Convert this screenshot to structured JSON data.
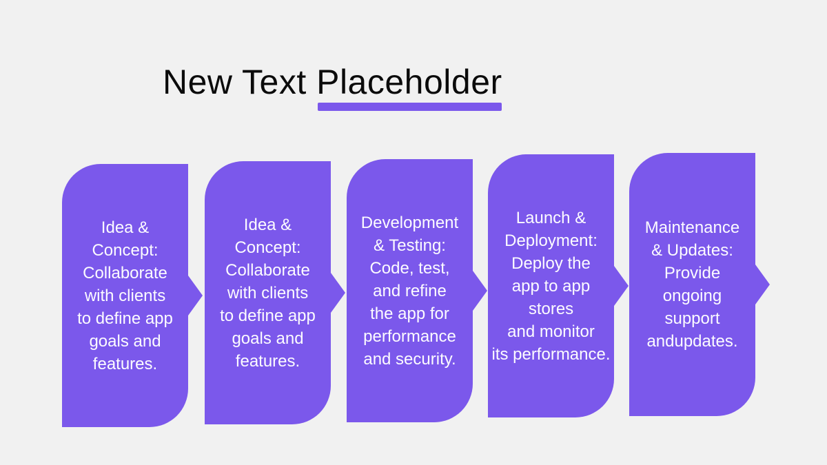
{
  "slide": {
    "title": "New Text Placeholder",
    "colors": {
      "accent": "#7B58EB",
      "background": "#F1F1F1",
      "title_text": "#0B0B0B",
      "card_text": "#FCFBFF"
    },
    "decorations": {
      "title_underline": "accent-bar",
      "step_arrow_icon": "arrow-right"
    },
    "steps": [
      {
        "text": "Idea &\nConcept:\nCollaborate\nwith clients\nto define app\ngoals and\nfeatures."
      },
      {
        "text": "Idea &\nConcept:\nCollaborate\nwith clients\nto define app\ngoals and\nfeatures."
      },
      {
        "text": "Development\n& Testing:\nCode, test,\nand refine\nthe app for\nperformance\nand security."
      },
      {
        "text": "Launch &\nDeployment:\nDeploy the\napp to app\nstores\nand monitor\nits performance."
      },
      {
        "text": "Maintenance\n& Updates:\nProvide\nongoing\nsupport\nandupdates."
      }
    ]
  }
}
